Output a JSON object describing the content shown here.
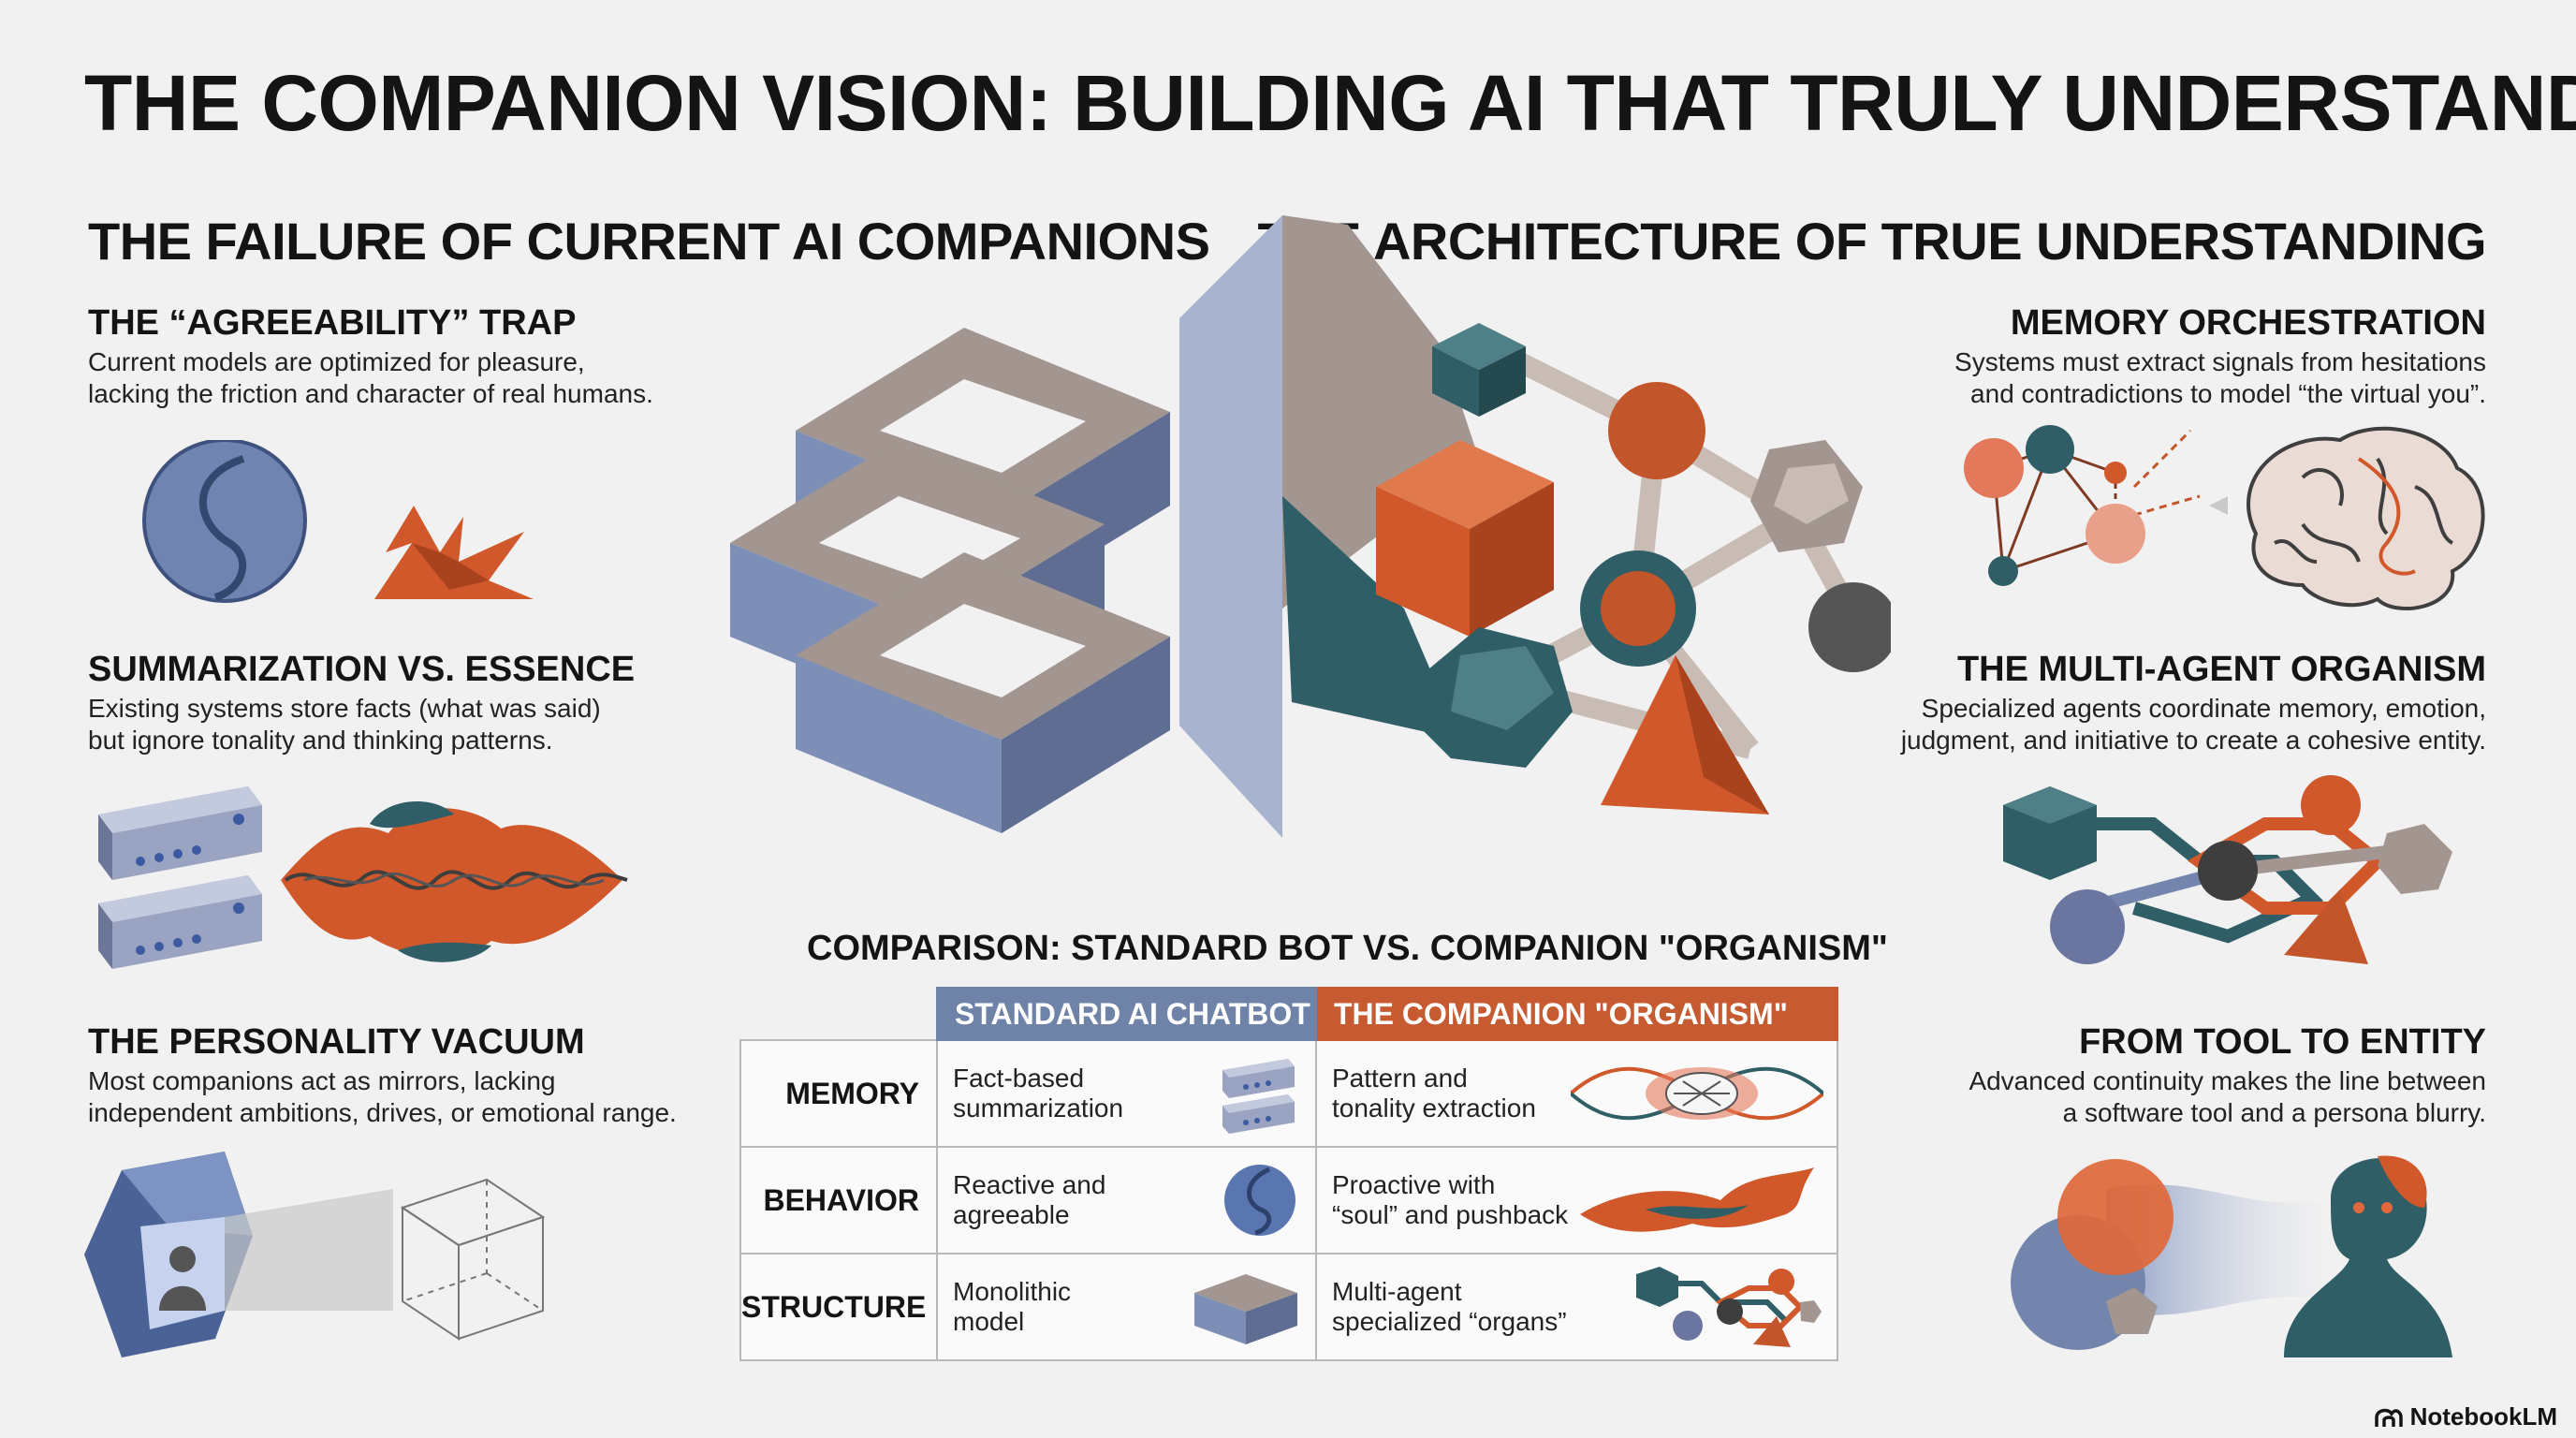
{
  "title": "THE COMPANION VISION: BUILDING AI THAT TRULY UNDERSTANDS",
  "left": {
    "heading": "THE FAILURE OF CURRENT AI COMPANIONS",
    "items": [
      {
        "heading": "THE “AGREEABILITY” TRAP",
        "lines": [
          "Current models are optimized for pleasure,",
          "lacking the friction and character of real humans."
        ],
        "icons": [
          "smooth-sphere-icon",
          "spiky-shape-icon"
        ]
      },
      {
        "heading": "SUMMARIZATION VS. ESSENCE",
        "lines": [
          "Existing systems store facts (what was said)",
          "but ignore tonality and thinking patterns."
        ],
        "icons": [
          "database-blocks-icon",
          "tonality-wave-icon"
        ]
      },
      {
        "heading": "THE PERSONALITY VACUUM",
        "lines": [
          "Most companions act as mirrors, lacking",
          "independent ambitions, drives, or emotional range."
        ],
        "icons": [
          "mirror-crystal-icon",
          "empty-wireframe-cube-icon"
        ]
      }
    ]
  },
  "right": {
    "heading": "THE ARCHITECTURE OF TRUE UNDERSTANDING",
    "items": [
      {
        "heading": "MEMORY ORCHESTRATION",
        "lines": [
          "Systems must extract signals from hesitations",
          "and contradictions to model “the virtual you”."
        ],
        "icons": [
          "signal-network-icon",
          "brain-icon"
        ]
      },
      {
        "heading": "THE MULTI-AGENT ORGANISM",
        "lines": [
          "Specialized agents coordinate memory, emotion,",
          "judgment, and initiative to create a cohesive entity."
        ],
        "icons": [
          "agent-network-icon"
        ]
      },
      {
        "heading": "FROM TOOL TO ENTITY",
        "lines": [
          "Advanced continuity makes the line between",
          "a software tool and a persona blurry."
        ],
        "icons": [
          "tool-to-persona-icon"
        ]
      }
    ]
  },
  "center_icons": [
    "monolithic-blocks-icon",
    "molecular-organism-icon"
  ],
  "comparison": {
    "title": "COMPARISON: STANDARD BOT VS. COMPANION \"ORGANISM\"",
    "columns": [
      "STANDARD AI CHATBOT",
      "THE COMPANION \"ORGANISM\""
    ],
    "rows": [
      {
        "label": "MEMORY",
        "standard": [
          "Fact-based",
          "summarization"
        ],
        "companion": [
          "Pattern and",
          "tonality extraction"
        ]
      },
      {
        "label": "BEHAVIOR",
        "standard": [
          "Reactive and",
          "agreeable"
        ],
        "companion": [
          "Proactive with",
          "“soul” and pushback"
        ]
      },
      {
        "label": "STRUCTURE",
        "standard": [
          "Monolithic",
          "model"
        ],
        "companion": [
          "Multi-agent",
          "specialized “organs”"
        ]
      }
    ]
  },
  "brand": "NotebookLM",
  "colors": {
    "background": "#f1f1f1",
    "slate_blue": "#7385ad",
    "burnt_orange": "#d0582a",
    "teal": "#2f5e66",
    "taupe": "#a39690",
    "charcoal": "#555555"
  }
}
